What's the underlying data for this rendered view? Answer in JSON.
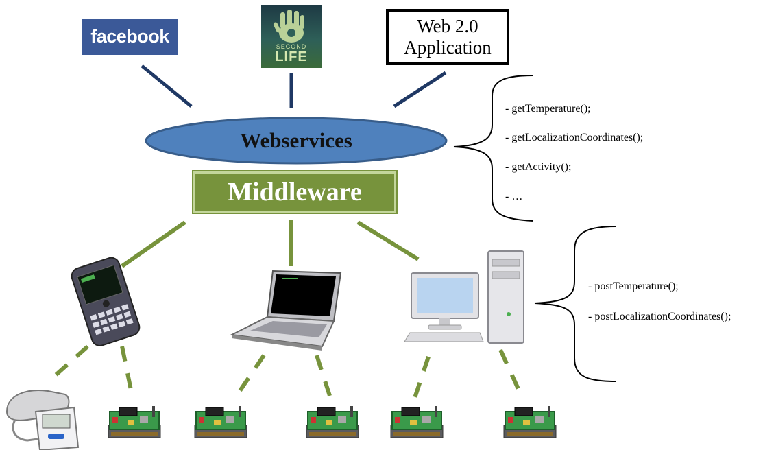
{
  "apps": {
    "facebook": "facebook",
    "second_life_small": "SECOND",
    "second_life": "LIFE",
    "web20_line1": "Web 2.0",
    "web20_line2": "Application"
  },
  "webservices": {
    "label": "Webservices",
    "methods": [
      "- getTemperature();",
      "- getLocalizationCoordinates();",
      "- getActivity();",
      "- …"
    ]
  },
  "middleware": {
    "label": "Middleware"
  },
  "pc_methods": [
    "- postTemperature();",
    "- postLocalizationCoordinates();"
  ],
  "colors": {
    "blue_line": "#1f3864",
    "green_line": "#77933c",
    "ellipse_fill": "#4f81bd",
    "ellipse_stroke": "#385d8a",
    "facebook": "#3b5998"
  },
  "icons": [
    "facebook-logo",
    "second-life-logo",
    "smartphone-icon",
    "laptop-icon",
    "desktop-pc-icon",
    "blood-pressure-monitor-icon",
    "sensor-board-icon"
  ]
}
